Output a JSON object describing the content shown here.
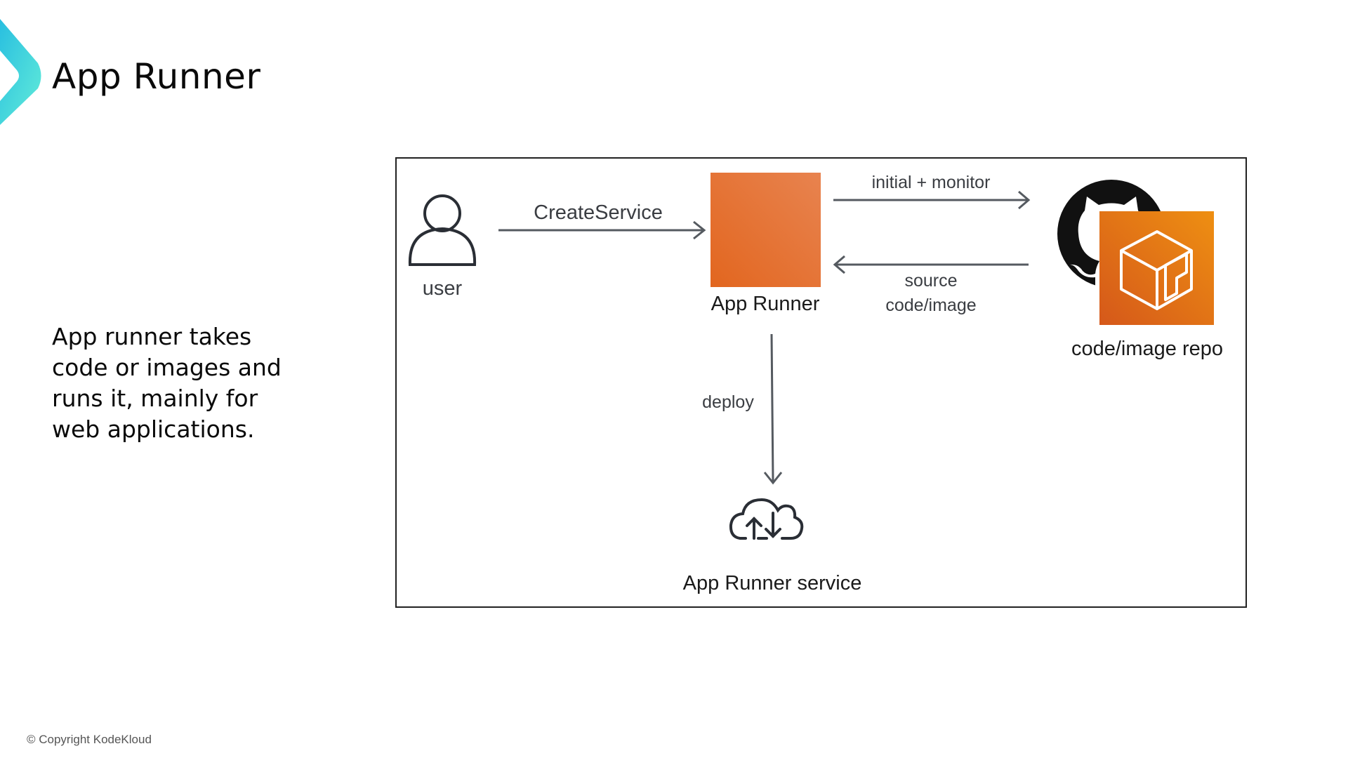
{
  "slide": {
    "title": "App Runner",
    "description": "App runner takes code or images and runs it, mainly for web applications.",
    "footer": "© Copyright KodeKloud",
    "accent_gradient": [
      "#29bfe0",
      "#62ecd9"
    ]
  },
  "diagram": {
    "nodes": {
      "user": {
        "label": "user",
        "icon": "user-icon"
      },
      "app_runner": {
        "label": "App Runner",
        "icon": "app-runner-icon",
        "color": "#e8702a"
      },
      "repo": {
        "label": "code/image repo",
        "icons": [
          "github-icon",
          "ecr-repository-icon"
        ],
        "color": "#e2711d"
      },
      "service": {
        "label": "App Runner service",
        "icon": "cloud-upload-download-icon"
      }
    },
    "edges": [
      {
        "from": "user",
        "to": "app_runner",
        "label": "CreateService"
      },
      {
        "from": "app_runner",
        "to": "repo",
        "label": "initial + monitor"
      },
      {
        "from": "repo",
        "to": "app_runner",
        "label_lines": [
          "source",
          "code/image"
        ]
      },
      {
        "from": "app_runner",
        "to": "service",
        "label": "deploy"
      }
    ]
  }
}
